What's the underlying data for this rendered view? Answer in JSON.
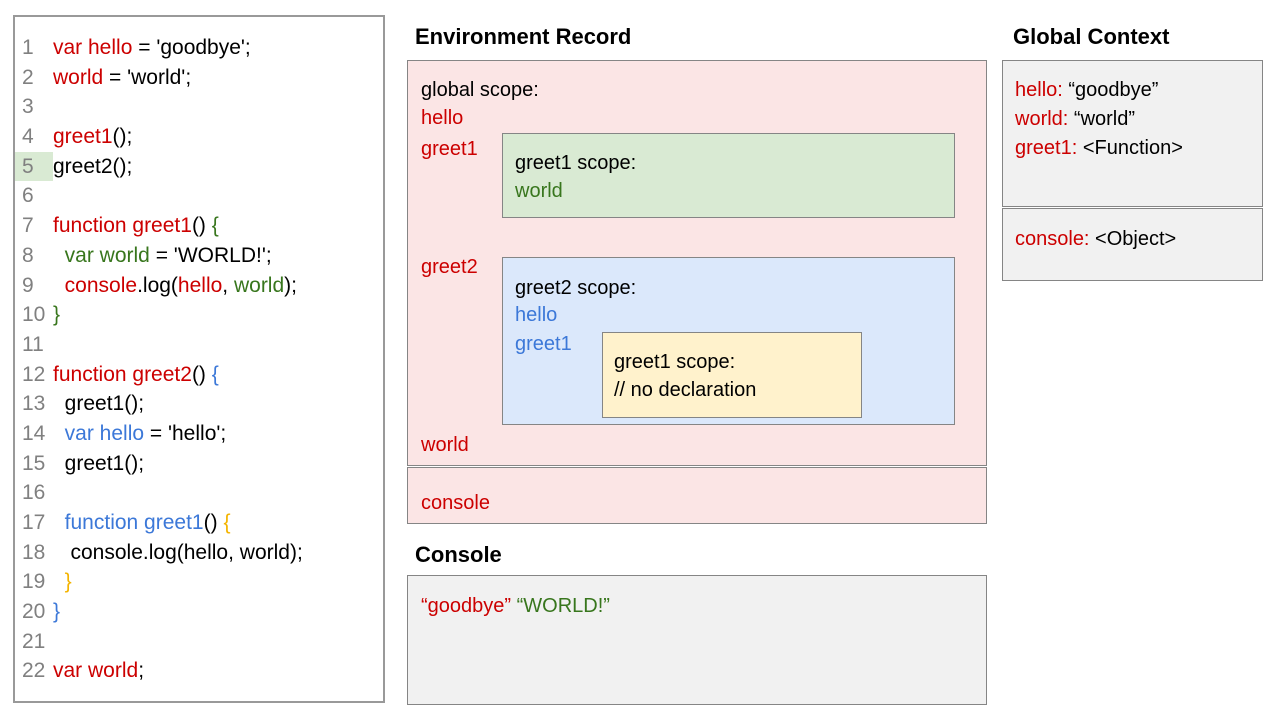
{
  "titles": {
    "environment_record": "Environment Record",
    "global_context": "Global Context",
    "console": "Console"
  },
  "colors": {
    "code_red": "#cc0000",
    "code_green": "#38761d",
    "code_blue": "#3c78d8",
    "code_yellow": "#f4b400",
    "line_number_gray": "#808080",
    "highlight_line_green": "#d9ead3",
    "global_scope_fill": "#fbe5e5",
    "greet1_scope_fill": "#d9ead3",
    "greet2_scope_fill": "#dbe8fb",
    "inner_greet1_scope_fill": "#fff2cc",
    "context_box_fill": "#f1f1f1",
    "box_border": "#858585"
  },
  "code": {
    "lines": [
      {
        "num": "1",
        "hl": false,
        "tokens": [
          {
            "c": "r",
            "t": "var hello"
          },
          {
            "c": "k",
            "t": " = 'goodbye';"
          }
        ]
      },
      {
        "num": "2",
        "hl": false,
        "tokens": [
          {
            "c": "r",
            "t": "world"
          },
          {
            "c": "k",
            "t": " = 'world';"
          }
        ]
      },
      {
        "num": "3",
        "hl": false,
        "tokens": []
      },
      {
        "num": "4",
        "hl": false,
        "tokens": [
          {
            "c": "r",
            "t": "greet1"
          },
          {
            "c": "k",
            "t": "();"
          }
        ]
      },
      {
        "num": "5",
        "hl": true,
        "tokens": [
          {
            "c": "k",
            "t": "greet2();"
          }
        ]
      },
      {
        "num": "6",
        "hl": false,
        "tokens": []
      },
      {
        "num": "7",
        "hl": false,
        "tokens": [
          {
            "c": "r",
            "t": "function greet1"
          },
          {
            "c": "k",
            "t": "() "
          },
          {
            "c": "g",
            "t": "{"
          }
        ]
      },
      {
        "num": "8",
        "hl": false,
        "tokens": [
          {
            "c": "k",
            "t": "  "
          },
          {
            "c": "g",
            "t": "var world"
          },
          {
            "c": "k",
            "t": " = 'WORLD!';"
          }
        ]
      },
      {
        "num": "9",
        "hl": false,
        "tokens": [
          {
            "c": "k",
            "t": "  "
          },
          {
            "c": "r",
            "t": "console"
          },
          {
            "c": "k",
            "t": ".log("
          },
          {
            "c": "r",
            "t": "hello"
          },
          {
            "c": "k",
            "t": ", "
          },
          {
            "c": "g",
            "t": "world"
          },
          {
            "c": "k",
            "t": ");"
          }
        ]
      },
      {
        "num": "10",
        "hl": false,
        "tokens": [
          {
            "c": "g",
            "t": "}"
          }
        ]
      },
      {
        "num": "11",
        "hl": false,
        "tokens": []
      },
      {
        "num": "12",
        "hl": false,
        "tokens": [
          {
            "c": "r",
            "t": "function greet2"
          },
          {
            "c": "k",
            "t": "() "
          },
          {
            "c": "b",
            "t": "{"
          }
        ]
      },
      {
        "num": "13",
        "hl": false,
        "tokens": [
          {
            "c": "k",
            "t": "  greet1();"
          }
        ]
      },
      {
        "num": "14",
        "hl": false,
        "tokens": [
          {
            "c": "k",
            "t": "  "
          },
          {
            "c": "b",
            "t": "var hello"
          },
          {
            "c": "k",
            "t": " = 'hello';"
          }
        ]
      },
      {
        "num": "15",
        "hl": false,
        "tokens": [
          {
            "c": "k",
            "t": "  greet1();"
          }
        ]
      },
      {
        "num": "16",
        "hl": false,
        "tokens": []
      },
      {
        "num": "17",
        "hl": false,
        "tokens": [
          {
            "c": "k",
            "t": "  "
          },
          {
            "c": "b",
            "t": "function greet1"
          },
          {
            "c": "k",
            "t": "() "
          },
          {
            "c": "y",
            "t": "{"
          }
        ]
      },
      {
        "num": "18",
        "hl": false,
        "tokens": [
          {
            "c": "k",
            "t": "   console.log(hello, world);"
          }
        ]
      },
      {
        "num": "19",
        "hl": false,
        "tokens": [
          {
            "c": "k",
            "t": "  "
          },
          {
            "c": "y",
            "t": "}"
          }
        ]
      },
      {
        "num": "20",
        "hl": false,
        "tokens": [
          {
            "c": "b",
            "t": "}"
          }
        ]
      },
      {
        "num": "21",
        "hl": false,
        "tokens": []
      },
      {
        "num": "22",
        "hl": false,
        "tokens": [
          {
            "c": "r",
            "t": "var world"
          },
          {
            "c": "k",
            "t": ";"
          }
        ]
      }
    ]
  },
  "environment_record": {
    "global_scope": {
      "label": "global scope:",
      "vars": [
        "hello",
        "greet1",
        "greet2",
        "world"
      ]
    },
    "console_box": {
      "var": "console"
    },
    "greet1_scope": {
      "label": "greet1 scope:",
      "vars": [
        "world"
      ]
    },
    "greet2_scope": {
      "label": "greet2 scope:",
      "vars": [
        "hello",
        "greet1"
      ]
    },
    "inner_greet1_scope": {
      "label": "greet1 scope:",
      "comment": "// no declaration"
    }
  },
  "global_context": {
    "box1": [
      {
        "name": "hello:",
        "value": " “goodbye”"
      },
      {
        "name": "world:",
        "value": " “world”"
      },
      {
        "name": "greet1:",
        "value": " <Function>"
      }
    ],
    "box2": [
      {
        "name": "console:",
        "value": " <Object>"
      }
    ]
  },
  "console_output": {
    "tokens": [
      {
        "c": "red",
        "t": "“goodbye”"
      },
      {
        "c": "black",
        "t": " "
      },
      {
        "c": "green",
        "t": "“WORLD!”"
      }
    ]
  }
}
